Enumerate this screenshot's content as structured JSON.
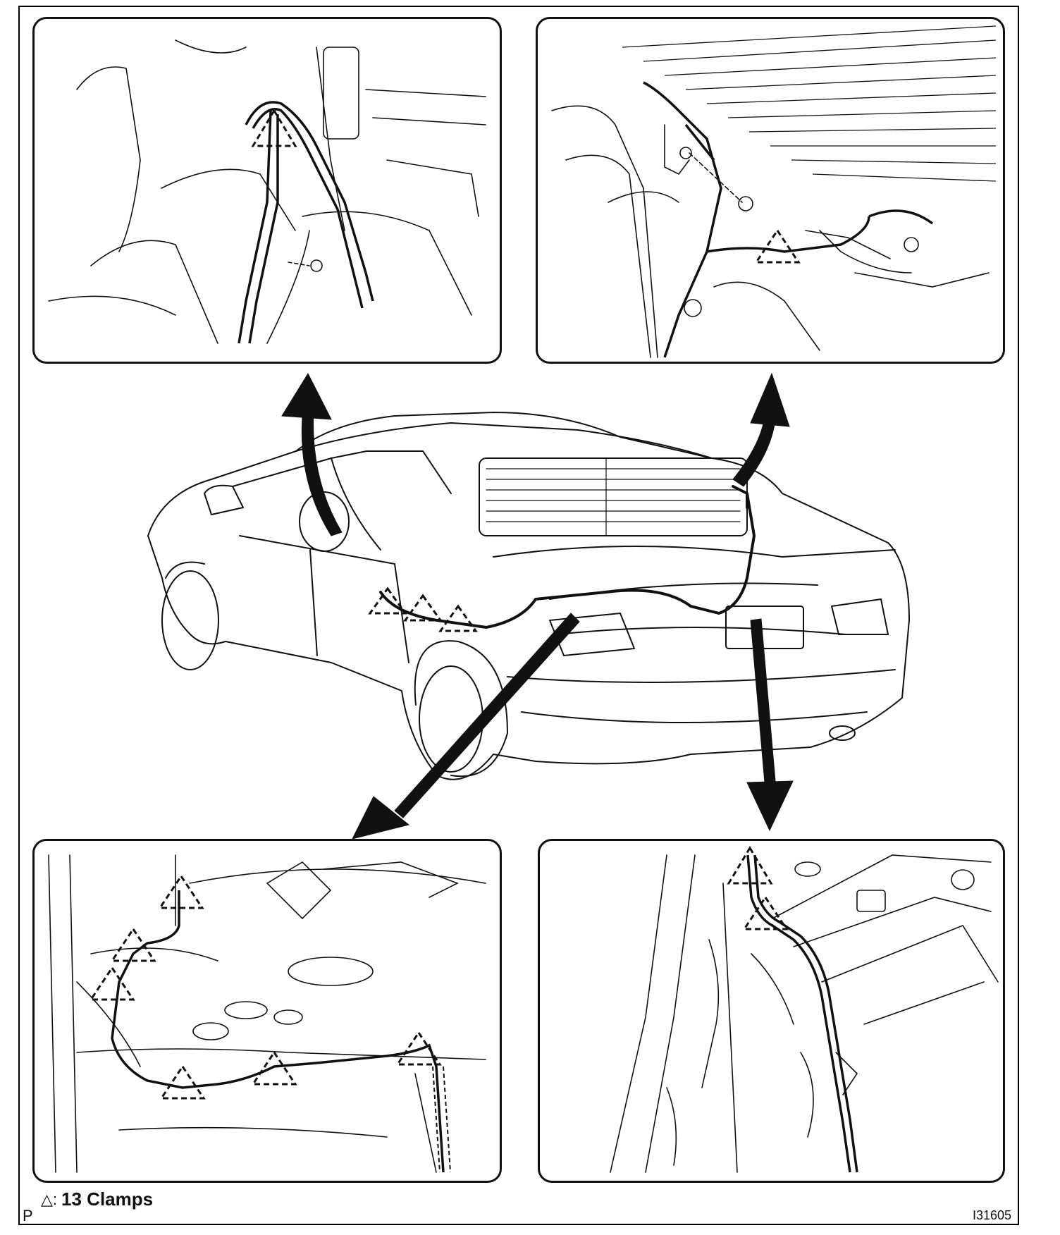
{
  "legend": {
    "symbol": "△:",
    "text": "13 Clamps"
  },
  "page_marker": "P",
  "figure_code": "I31605",
  "panels": [
    {
      "id": "top-left",
      "content": "harness-at-center-console"
    },
    {
      "id": "top-right",
      "content": "harness-at-rear-shelf"
    },
    {
      "id": "bottom-left",
      "content": "harness-along-floor"
    },
    {
      "id": "bottom-right",
      "content": "harness-at-trunk-side"
    }
  ],
  "colors": {
    "line": "#111111",
    "background": "#ffffff"
  }
}
